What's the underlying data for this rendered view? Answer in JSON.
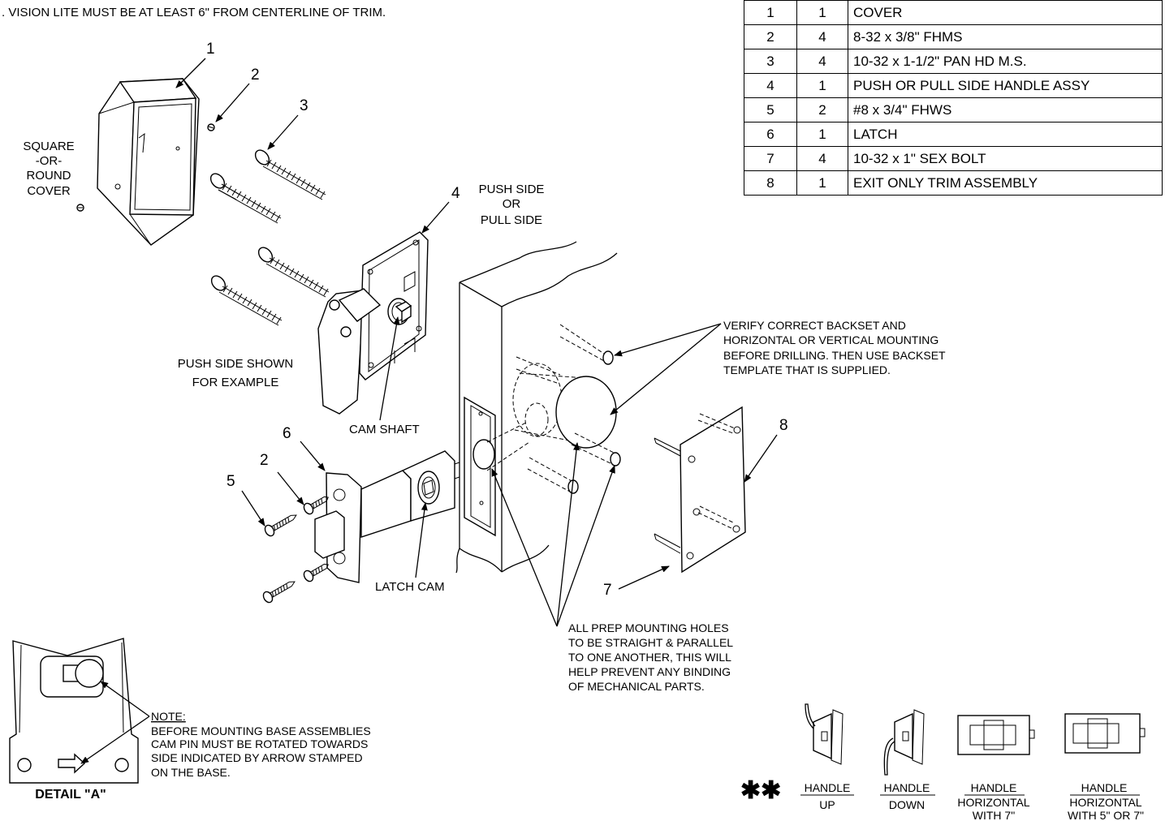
{
  "top_note": ". VISION LITE MUST BE AT LEAST 6\" FROM CENTERLINE OF TRIM.",
  "bom": [
    {
      "item": "1",
      "qty": "1",
      "desc": "COVER"
    },
    {
      "item": "2",
      "qty": "4",
      "desc": "8-32 x 3/8\" FHMS"
    },
    {
      "item": "3",
      "qty": "4",
      "desc": "10-32 x 1-1/2\" PAN HD M.S."
    },
    {
      "item": "4",
      "qty": "1",
      "desc": "PUSH OR PULL SIDE HANDLE ASSY"
    },
    {
      "item": "5",
      "qty": "2",
      "desc": "#8 x 3/4\" FHWS"
    },
    {
      "item": "6",
      "qty": "1",
      "desc": "LATCH"
    },
    {
      "item": "7",
      "qty": "4",
      "desc": "10-32 x 1\" SEX BOLT"
    },
    {
      "item": "8",
      "qty": "1",
      "desc": "EXIT ONLY TRIM ASSEMBLY"
    }
  ],
  "callouts": {
    "n1": "1",
    "n2": "2",
    "n3": "3",
    "n4": "4",
    "n5": "5",
    "n6": "6",
    "n7": "7",
    "n8": "8",
    "n2b": "2"
  },
  "labels": {
    "cover": [
      "SQUARE",
      "-OR-",
      "ROUND",
      "COVER"
    ],
    "push_pull": [
      "PUSH SIDE",
      "OR",
      "PULL SIDE"
    ],
    "push_shown": [
      "PUSH SIDE SHOWN",
      "FOR EXAMPLE"
    ],
    "cam_shaft": "CAM SHAFT",
    "latch_cam": "LATCH CAM",
    "verify": [
      "VERIFY CORRECT BACKSET AND",
      "HORIZONTAL OR VERTICAL MOUNTING",
      "BEFORE DRILLING. THEN USE BACKSET",
      "TEMPLATE THAT IS SUPPLIED."
    ],
    "prep": [
      "ALL PREP MOUNTING HOLES",
      "TO BE STRAIGHT & PARALLEL",
      "TO ONE ANOTHER, THIS WILL",
      "HELP PREVENT ANY BINDING",
      "OF MECHANICAL PARTS."
    ],
    "note_title": "NOTE:",
    "note": [
      "BEFORE MOUNTING BASE ASSEMBLIES",
      "CAM PIN MUST BE ROTATED TOWARDS",
      "SIDE INDICATED BY ARROW STAMPED",
      "ON THE BASE."
    ],
    "detail": "DETAIL \"A\"",
    "stars": "✱✱",
    "handle1": [
      "HANDLE",
      "UP"
    ],
    "handle2": [
      "HANDLE",
      "DOWN"
    ],
    "handle3": [
      "HANDLE",
      "HORIZONTAL",
      "WITH 7\""
    ],
    "handle4": [
      "HANDLE",
      "HORIZONTAL",
      "WITH 5\" OR 7\""
    ]
  }
}
